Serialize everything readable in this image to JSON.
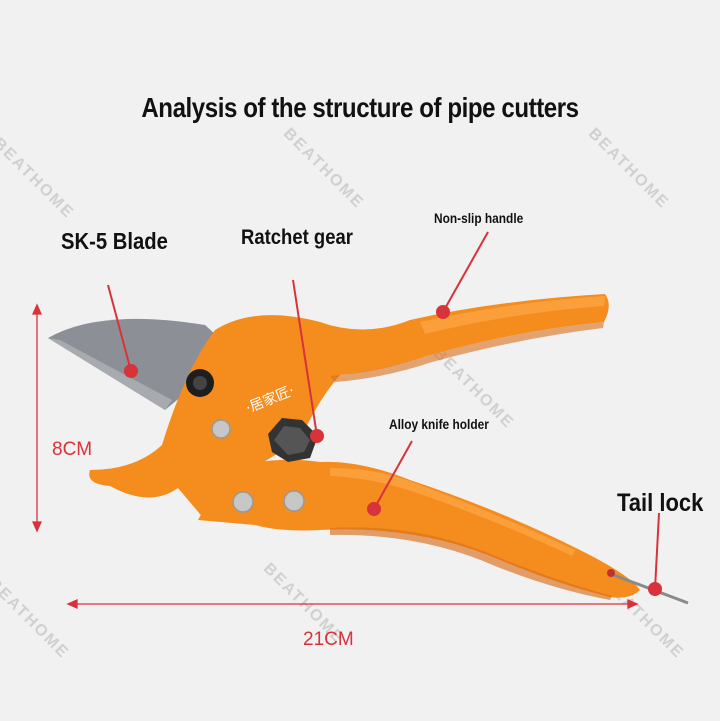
{
  "title": "Analysis of the structure of pipe cutters",
  "labels": {
    "blade": "SK-5 Blade",
    "ratchet": "Ratchet gear",
    "handle": "Non-slip handle",
    "holder": "Alloy knife holder",
    "tail": "Tail lock"
  },
  "dimensions": {
    "height": "8CM",
    "length": "21CM"
  },
  "handle_text": "·居家匠·",
  "watermark": "BEATHOME",
  "colors": {
    "body": "#f58c1e",
    "body_dark": "#d8701a",
    "blade": "#8c9096",
    "pointer": "#d8323a",
    "background": "#f1f1f1"
  }
}
